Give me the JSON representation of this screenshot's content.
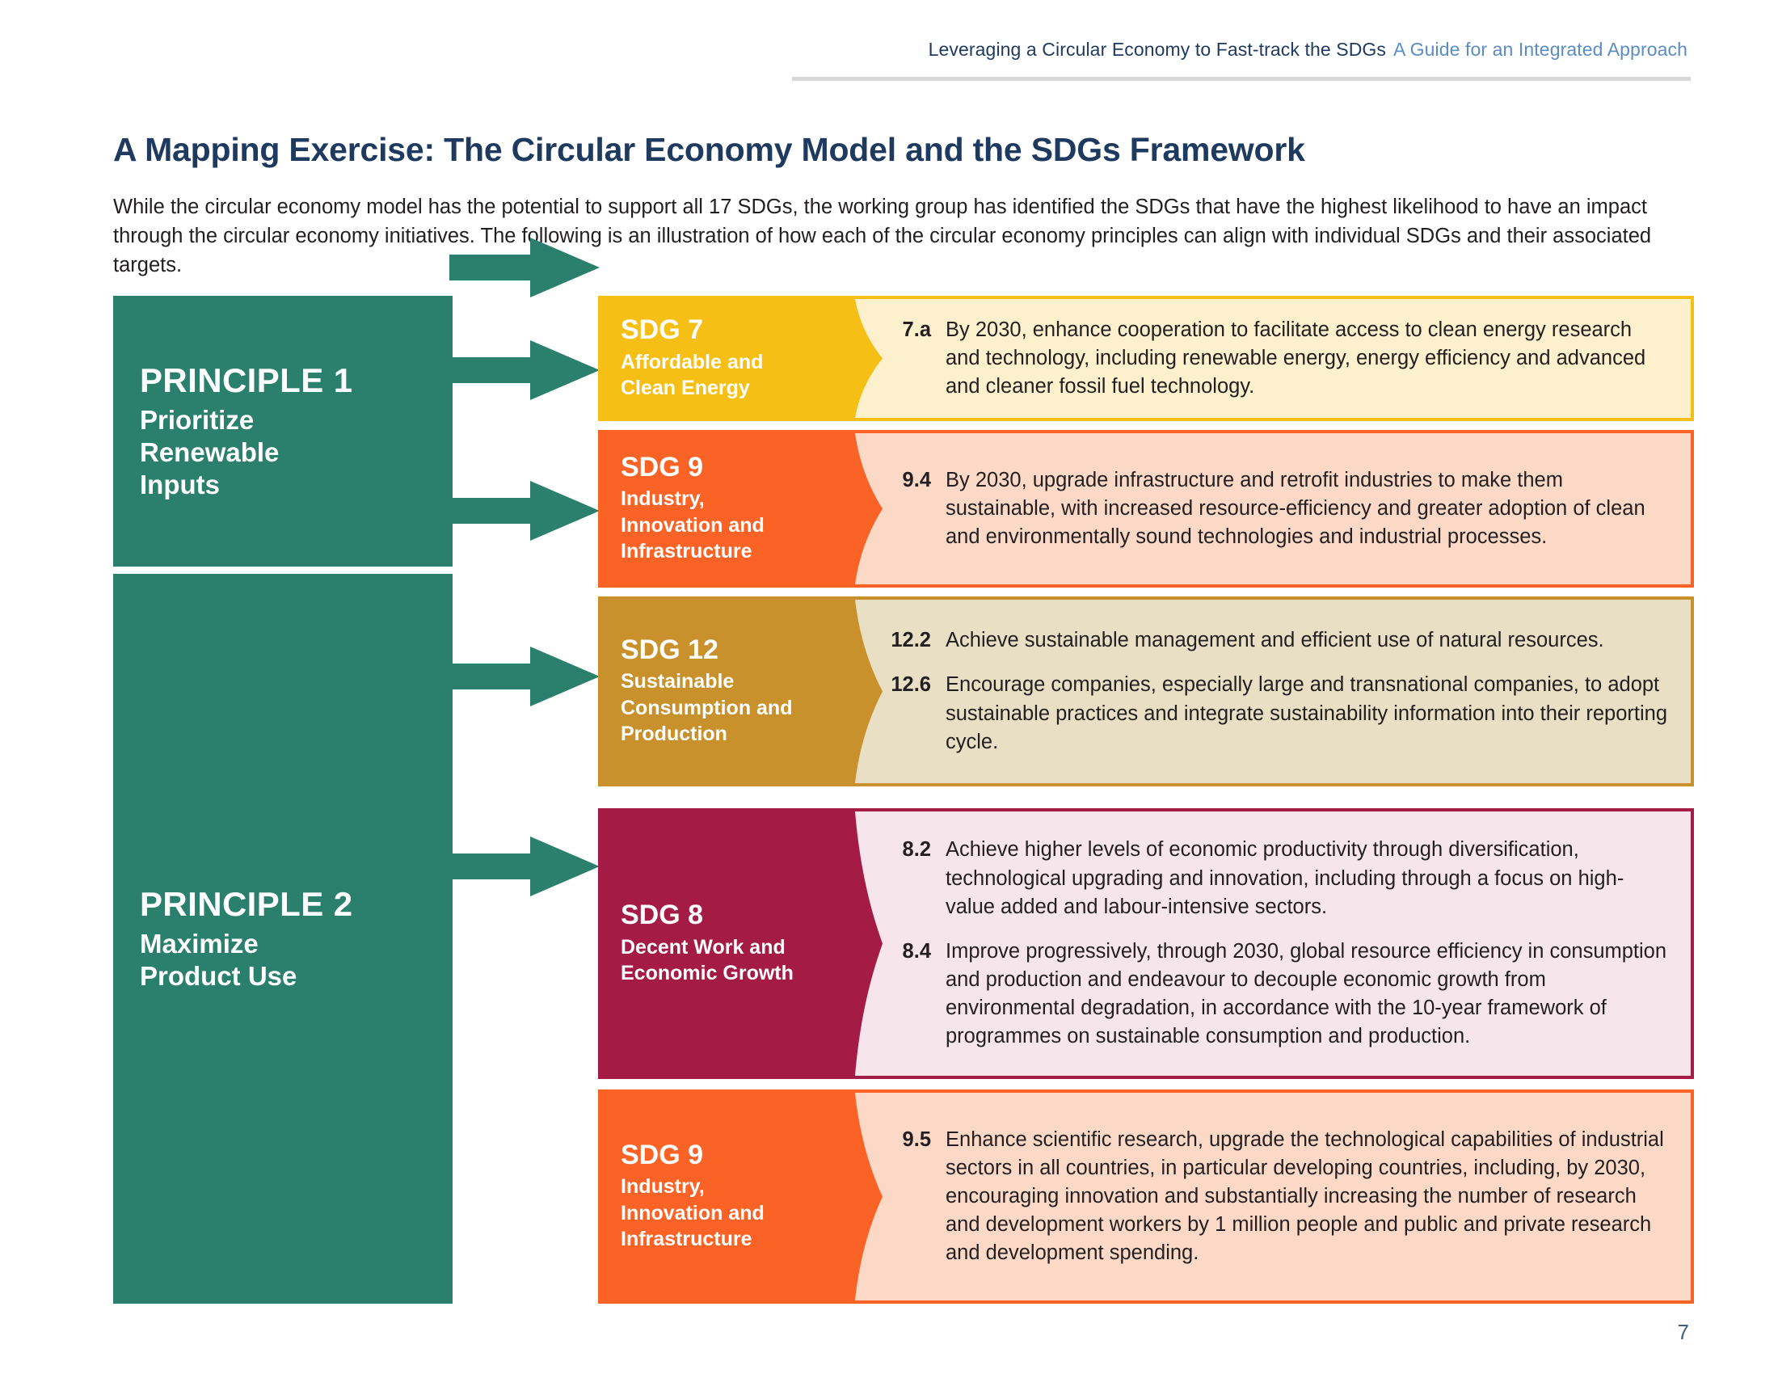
{
  "header": {
    "title": "Leveraging a Circular Economy to Fast-track the SDGs",
    "subtitle": "A Guide for an Integrated Approach"
  },
  "page_title": "A Mapping Exercise: The Circular Economy Model and the SDGs Framework",
  "intro": "While the circular economy model has the potential to support all 17 SDGs, the working group has identified the SDGs that have the highest likelihood to have an impact through the circular economy initiatives. The following is an illustration of how each of the circular economy principles can align with individual SDGs and their associated targets.",
  "page_number": "7",
  "colors": {
    "teal": "#2b7f6d",
    "navy": "#1e3a5f",
    "link_blue": "#5b8cc4",
    "sdg7": "#f5bf16",
    "sdg7_light": "#fcf0cd",
    "sdg9": "#fa6226",
    "sdg9_light": "#fbd9c6",
    "sdg12": "#c8912b",
    "sdg12_light": "#e9dfc4",
    "sdg8": "#a41b45",
    "sdg8_light": "#f6e6ec"
  },
  "principles": [
    {
      "head": "PRINCIPLE 1",
      "sub": "Prioritize\nRenewable\nInputs"
    },
    {
      "head": "PRINCIPLE 2",
      "sub": "Maximize\nProduct Use"
    }
  ],
  "rows": [
    {
      "sdg_num": "SDG 7",
      "sdg_name": "Affordable and\nClean Energy",
      "accent": "#f5bf16",
      "body": "#fcf0cd",
      "targets": [
        {
          "num": "7.a",
          "text": "By 2030, enhance cooperation to facilitate access to clean energy research and technology, including renewable energy, energy efficiency and advanced and cleaner fossil fuel technology."
        }
      ]
    },
    {
      "sdg_num": "SDG 9",
      "sdg_name": "Industry,\nInnovation and\nInfrastructure",
      "accent": "#fa6226",
      "body": "#fbd9c6",
      "targets": [
        {
          "num": "9.4",
          "text": "By 2030, upgrade infrastructure and retrofit industries to make them sustainable, with increased resource-efficiency and greater adoption of clean and environmentally sound technologies and industrial processes."
        }
      ]
    },
    {
      "sdg_num": "SDG 12",
      "sdg_name": "Sustainable\nConsumption and\nProduction",
      "accent": "#c8912b",
      "body": "#e9dfc4",
      "targets": [
        {
          "num": "12.2",
          "text": "Achieve sustainable management and efficient use of natural resources."
        },
        {
          "num": "12.6",
          "text": "Encourage companies, especially large and transnational companies, to adopt sustainable practices and integrate sustainability information into their reporting cycle."
        }
      ]
    },
    {
      "sdg_num": "SDG 8",
      "sdg_name": "Decent Work and\nEconomic Growth",
      "accent": "#a41b45",
      "body": "#f6e6ec",
      "targets": [
        {
          "num": "8.2",
          "text": "Achieve higher levels of economic productivity through diversification, technological upgrading and innovation, including through a focus on high-value added and labour-intensive sectors."
        },
        {
          "num": "8.4",
          "text": "Improve progressively, through 2030, global resource efficiency in consumption and production and endeavour to decouple economic growth from environmental degradation, in accordance with the 10-year framework of programmes on sustainable consumption and production."
        }
      ]
    },
    {
      "sdg_num": "SDG 9",
      "sdg_name": "Industry,\nInnovation and\nInfrastructure",
      "accent": "#fa6226",
      "body": "#fbd9c6",
      "targets": [
        {
          "num": "9.5",
          "text": "Enhance scientific research, upgrade the technological capabilities of industrial sectors in all countries, in particular developing countries, including, by 2030, encouraging innovation and substantially increasing the number of research and development workers by 1 million people and public and private research and development spending."
        }
      ]
    }
  ]
}
